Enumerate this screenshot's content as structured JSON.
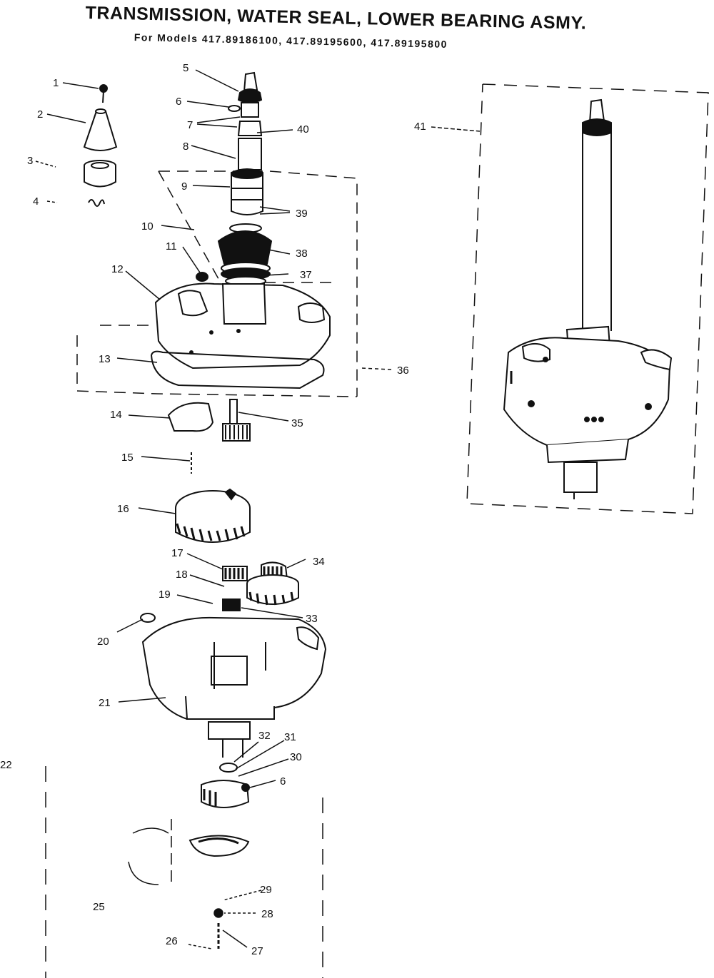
{
  "header": {
    "title": "TRANSMISSION, WATER SEAL, LOWER BEARING ASMY.",
    "subtitle": "For  Models  417.89186100,  417.89195600,  417.89195800"
  },
  "callouts": {
    "c1": "1",
    "c2": "2",
    "c3": "3",
    "c4": "4",
    "c5": "5",
    "c6a": "6",
    "c7": "7",
    "c8": "8",
    "c9": "9",
    "c10": "10",
    "c11": "11",
    "c12": "12",
    "c13": "13",
    "c14": "14",
    "c15": "15",
    "c16": "16",
    "c17": "17",
    "c18": "18",
    "c19": "19",
    "c20": "20",
    "c21": "21",
    "c22": "22",
    "c25": "25",
    "c26": "26",
    "c27": "27",
    "c28": "28",
    "c29": "29",
    "c30": "30",
    "c31": "31",
    "c32": "32",
    "c33": "33",
    "c34": "34",
    "c35": "35",
    "c36": "36",
    "c37": "37",
    "c38": "38",
    "c39": "39",
    "c40": "40",
    "c41": "41",
    "c6b": "6"
  }
}
